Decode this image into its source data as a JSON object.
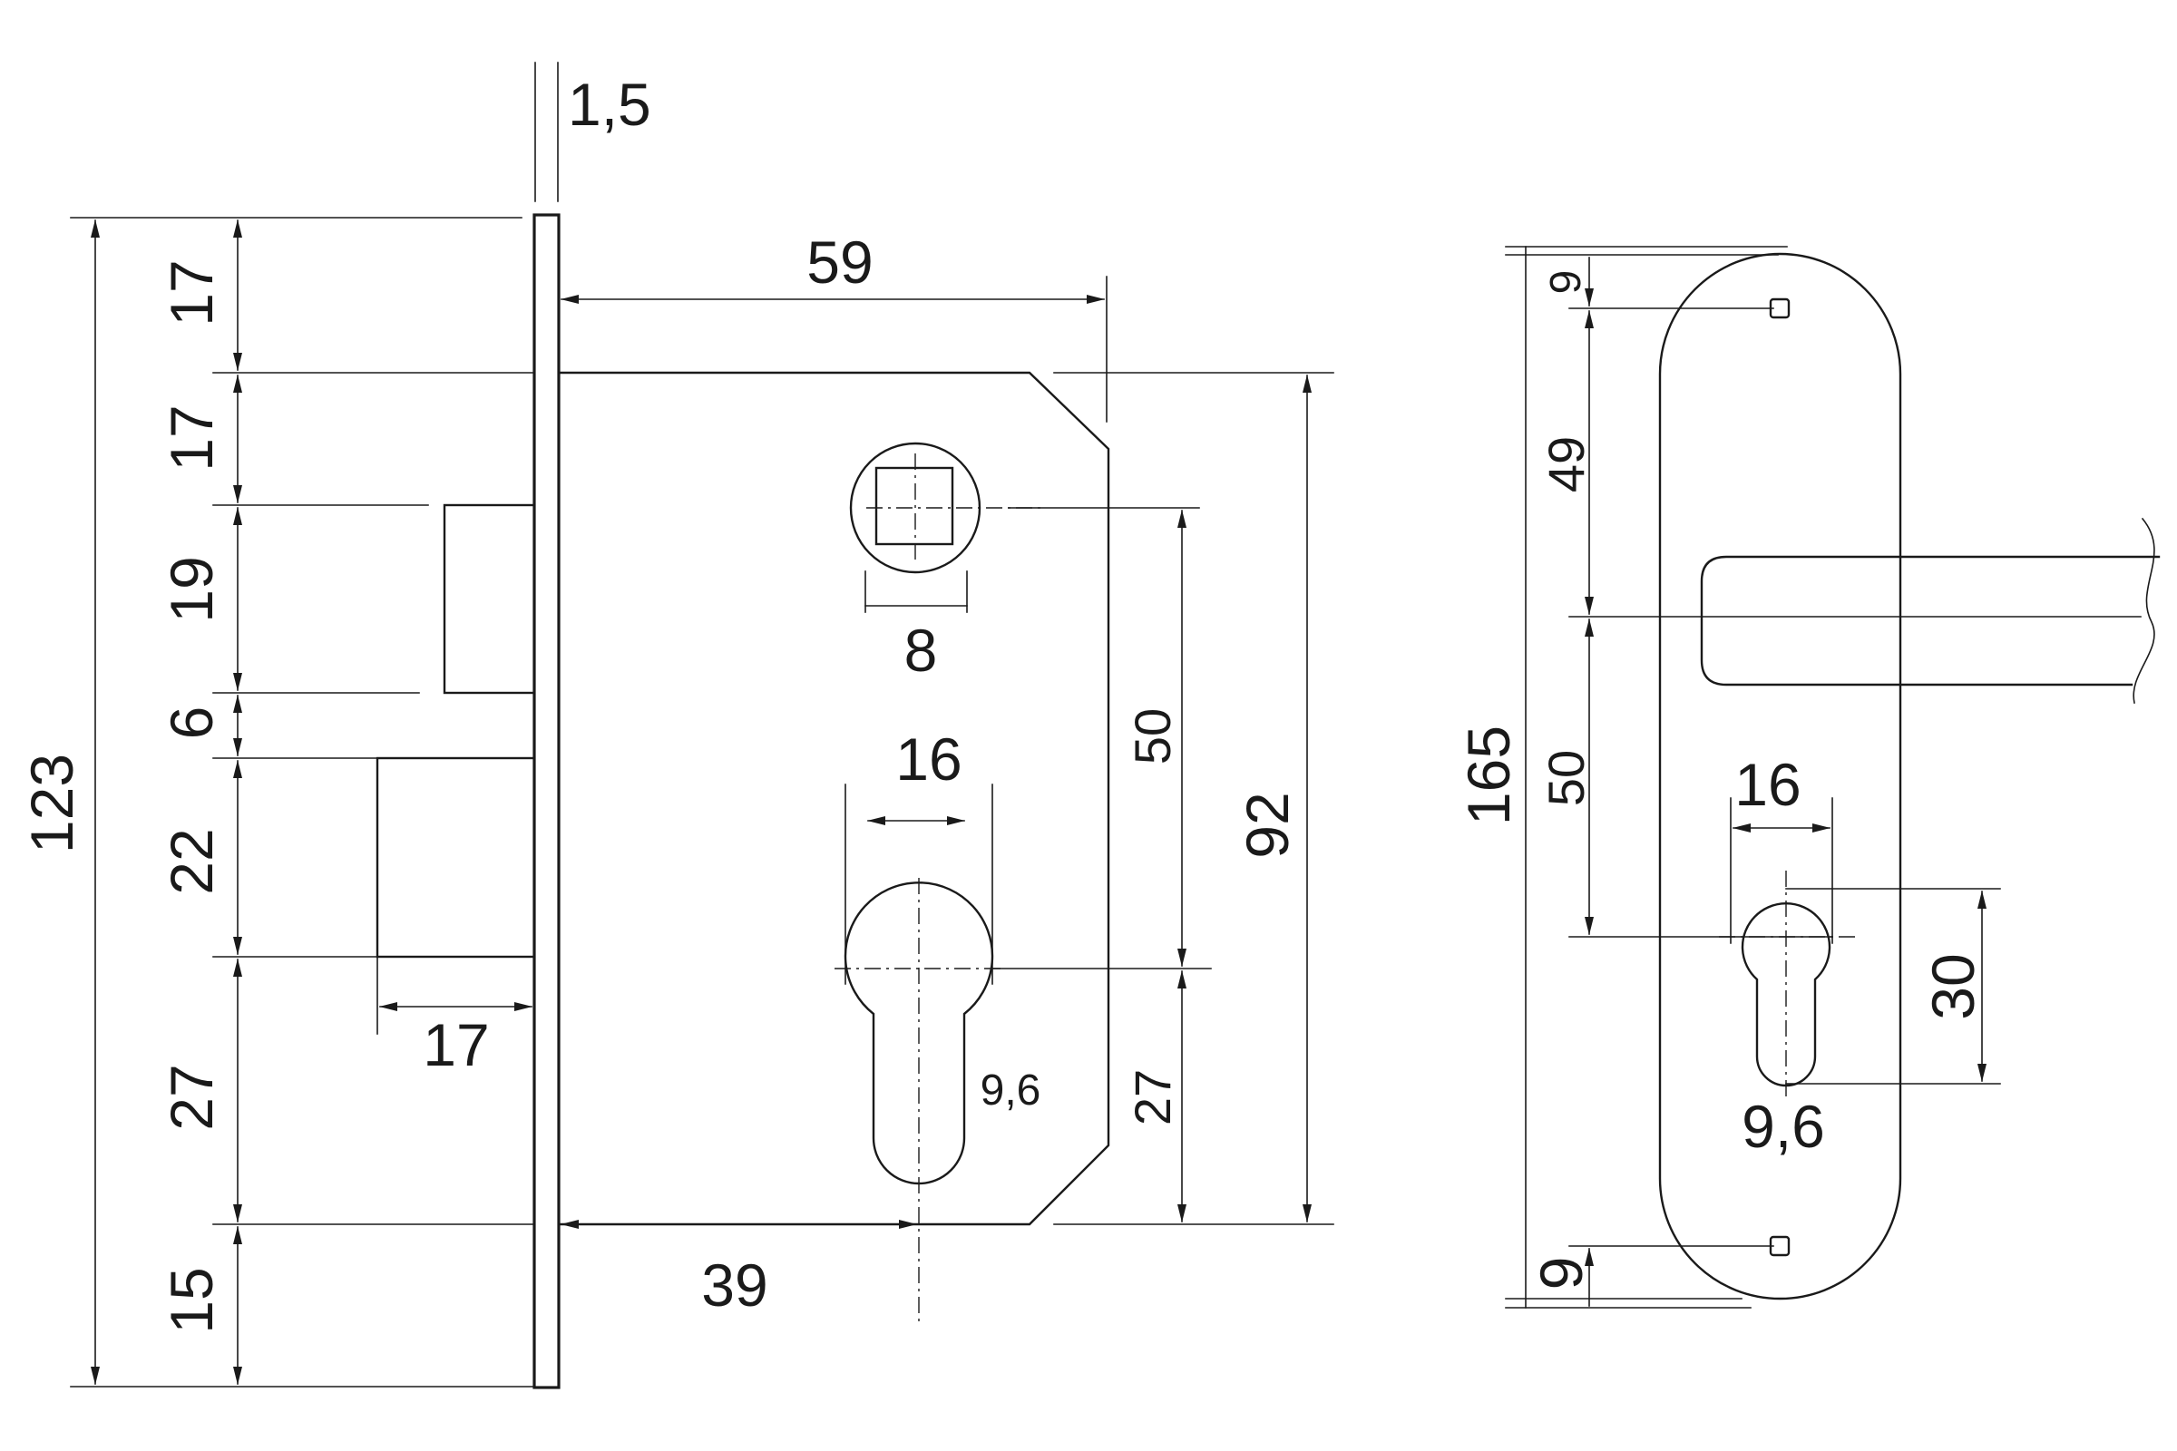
{
  "lock_body": {
    "faceplate_thickness": "1,5",
    "total_height": "123",
    "stack": [
      "17",
      "17",
      "19",
      "6",
      "22",
      "27",
      "15"
    ],
    "latch_projection": "17",
    "backset_to_body_edge": "59",
    "backset": "39",
    "body_height": "92",
    "spindle_to_cylinder": "50",
    "cylinder_to_bottom": "27",
    "spindle_square": "8",
    "cylinder_width": "16",
    "cylinder_bit_width": "9,6"
  },
  "handle_plate": {
    "total_height": "165",
    "top_offset": "9",
    "screw_to_handle": "49",
    "handle_to_cylinder": "50",
    "bottom_offset": "9",
    "cylinder_width": "16",
    "cylinder_length": "30",
    "cylinder_bit_width": "9,6"
  }
}
